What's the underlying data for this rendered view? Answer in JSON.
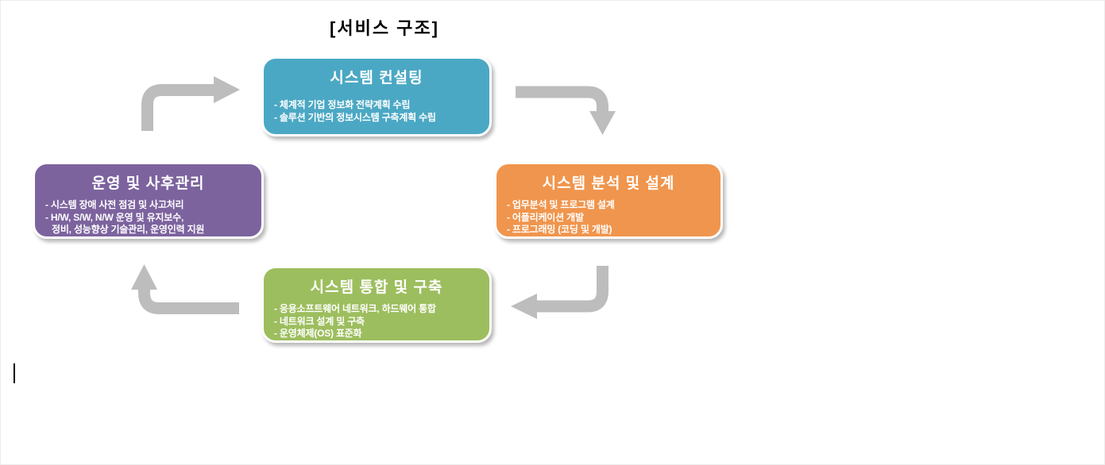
{
  "diagram": {
    "title": "[서비스 구조]",
    "nodes": [
      {
        "id": "system-consulting",
        "title": "시스템 컨설팅",
        "lines": [
          "- 체계적 기업 정보화 전략계획 수립",
          "- 솔루션 기반의 정보시스템 구축계획 수립"
        ]
      },
      {
        "id": "system-analysis-design",
        "title": "시스템 분석 및 설계",
        "lines": [
          "- 업무분석 및 프로그램 설계",
          "- 어플리케이션 개발",
          "- 프로그래밍 (코딩 및 개발)"
        ]
      },
      {
        "id": "system-integration-build",
        "title": "시스템 통합 및 구축",
        "lines": [
          "- 응용소프트웨어 네트워크, 하드웨어 통합",
          "- 네트워크 설계 및 구축",
          "- 운영체제(OS) 표준화"
        ]
      },
      {
        "id": "operation-aftercare",
        "title": "운영 및 사후관리",
        "lines": [
          "- 시스템 장애 사전 점검 및 사고처리",
          "- H/W, S/W, N/W 운영 및 유지보수,",
          "정비, 성능향상 기술관리, 운영인력 지원"
        ]
      }
    ]
  },
  "colors": {
    "consulting": "#4BA8C4",
    "analysis": "#F0954D",
    "integration": "#9DBE5E",
    "operation": "#7C639E",
    "arrow": "#BDBDBD",
    "title_text": "#000000"
  }
}
